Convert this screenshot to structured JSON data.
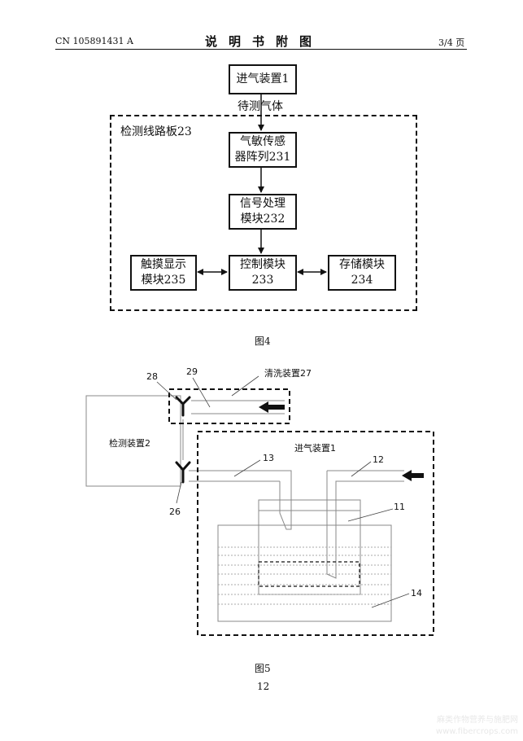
{
  "header": {
    "patent_no": "CN 105891431 A",
    "title": "说明书附图",
    "page": "3/4 页"
  },
  "fig4": {
    "air_inlet": "进气装置1",
    "gas_label": "待测气体",
    "board_label": "检测线路板23",
    "sensor_line1": "气敏传感",
    "sensor_line2": "器阵列231",
    "signal_line1": "信号处理",
    "signal_line2": "模块232",
    "touch_line1": "触摸显示",
    "touch_line2": "模块235",
    "control_line1": "控制模块",
    "control_line2": "233",
    "storage_line1": "存储模块",
    "storage_line2": "234",
    "caption": "图4"
  },
  "fig5": {
    "label_28": "28",
    "label_29": "29",
    "cleaning": "清洗装置27",
    "detector": "检测装置2",
    "inlet": "进气装置1",
    "label_13": "13",
    "label_12": "12",
    "label_11": "11",
    "label_14": "14",
    "label_26": "26",
    "caption": "图5"
  },
  "footer": {
    "page_number": "12"
  },
  "watermark": {
    "line1": "麻类作物营养与施肥网",
    "line2": "www.fibercrops.com"
  }
}
